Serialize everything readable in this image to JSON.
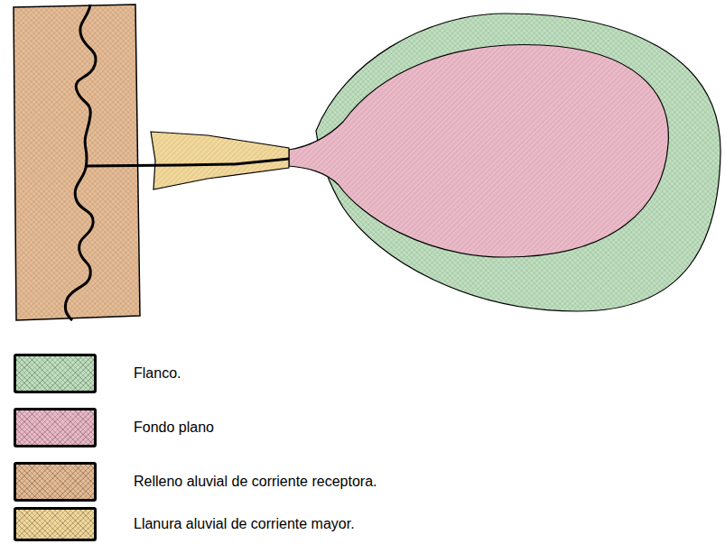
{
  "diagram": {
    "legend": [
      {
        "text": "Flanco.",
        "color": "#bfe0bf"
      },
      {
        "text": "Fondo plano",
        "color": "#ebb9c8"
      },
      {
        "text": "Relleno aluvial de corriente receptora.",
        "color": "#e6bc95"
      },
      {
        "text": "Llanura aluvial de corriente mayor.",
        "color": "#f2d89a"
      }
    ]
  }
}
